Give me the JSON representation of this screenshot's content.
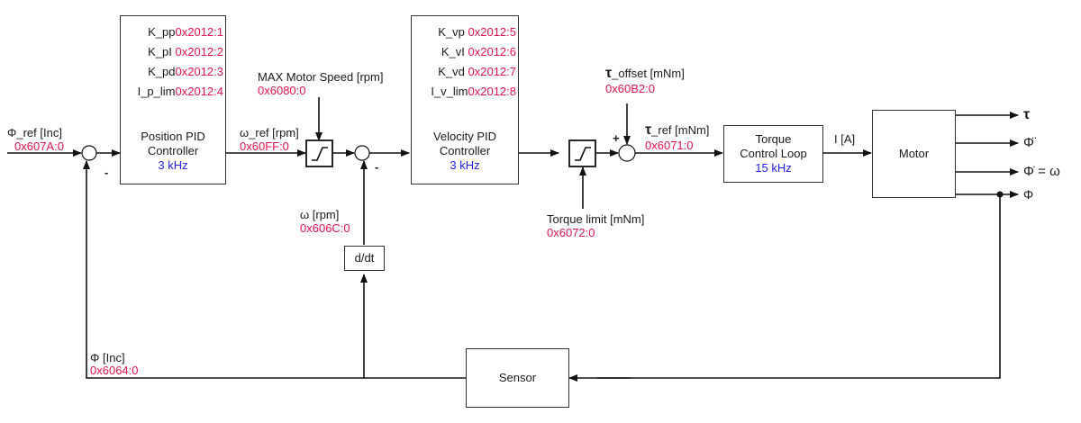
{
  "input": {
    "label": "Φ_ref [Inc]",
    "code": "0x607A:0"
  },
  "position_pid": {
    "params": [
      {
        "name": "K_pp",
        "code": "0x2012:1"
      },
      {
        "name": "K_pI",
        "code": "0x2012:2"
      },
      {
        "name": "K_pd",
        "code": "0x2012:3"
      },
      {
        "name": "I_p_lim",
        "code": "0x2012:4"
      }
    ],
    "title_line1": "Position PID",
    "title_line2": "Controller",
    "rate": "3 kHz"
  },
  "omega_ref": {
    "label": "ω_ref [rpm]",
    "code": "0x60FF:0"
  },
  "max_speed": {
    "label": "MAX Motor Speed [rpm]",
    "code": "0x6080:0"
  },
  "omega": {
    "label": "ω [rpm]",
    "code": "0x606C:0"
  },
  "ddt": {
    "label": "d/dt"
  },
  "velocity_pid": {
    "params": [
      {
        "name": "K_vp",
        "code": "0x2012:5"
      },
      {
        "name": "K_vI",
        "code": "0x2012:6"
      },
      {
        "name": "K_vd",
        "code": "0x2012:7"
      },
      {
        "name": "I_v_lim",
        "code": "0x2012:8"
      }
    ],
    "title_line1": "Velocity PID",
    "title_line2": "Controller",
    "rate": "3 kHz"
  },
  "torque_offset": {
    "symbol": "τ",
    "label": "_offset [mNm]",
    "code": "0x60B2:0"
  },
  "torque_limit": {
    "label": "Torque limit [mNm]",
    "code": "0x6072:0"
  },
  "torque_ref": {
    "symbol": "τ",
    "label": "_ref [mNm]",
    "code": "0x6071:0"
  },
  "torque_loop": {
    "title_line1": "Torque",
    "title_line2": "Control Loop",
    "rate": "15 kHz"
  },
  "current": {
    "label": "I [A]"
  },
  "motor": {
    "label": "Motor"
  },
  "outputs": [
    "τ",
    "Φ̈",
    "Φ̇ = ω",
    "Φ"
  ],
  "feedback": {
    "label": "Φ [Inc]",
    "code": "0x6064:0"
  },
  "sensor": {
    "label": "Sensor"
  },
  "signs": {
    "minus": "-",
    "plus": "+"
  }
}
